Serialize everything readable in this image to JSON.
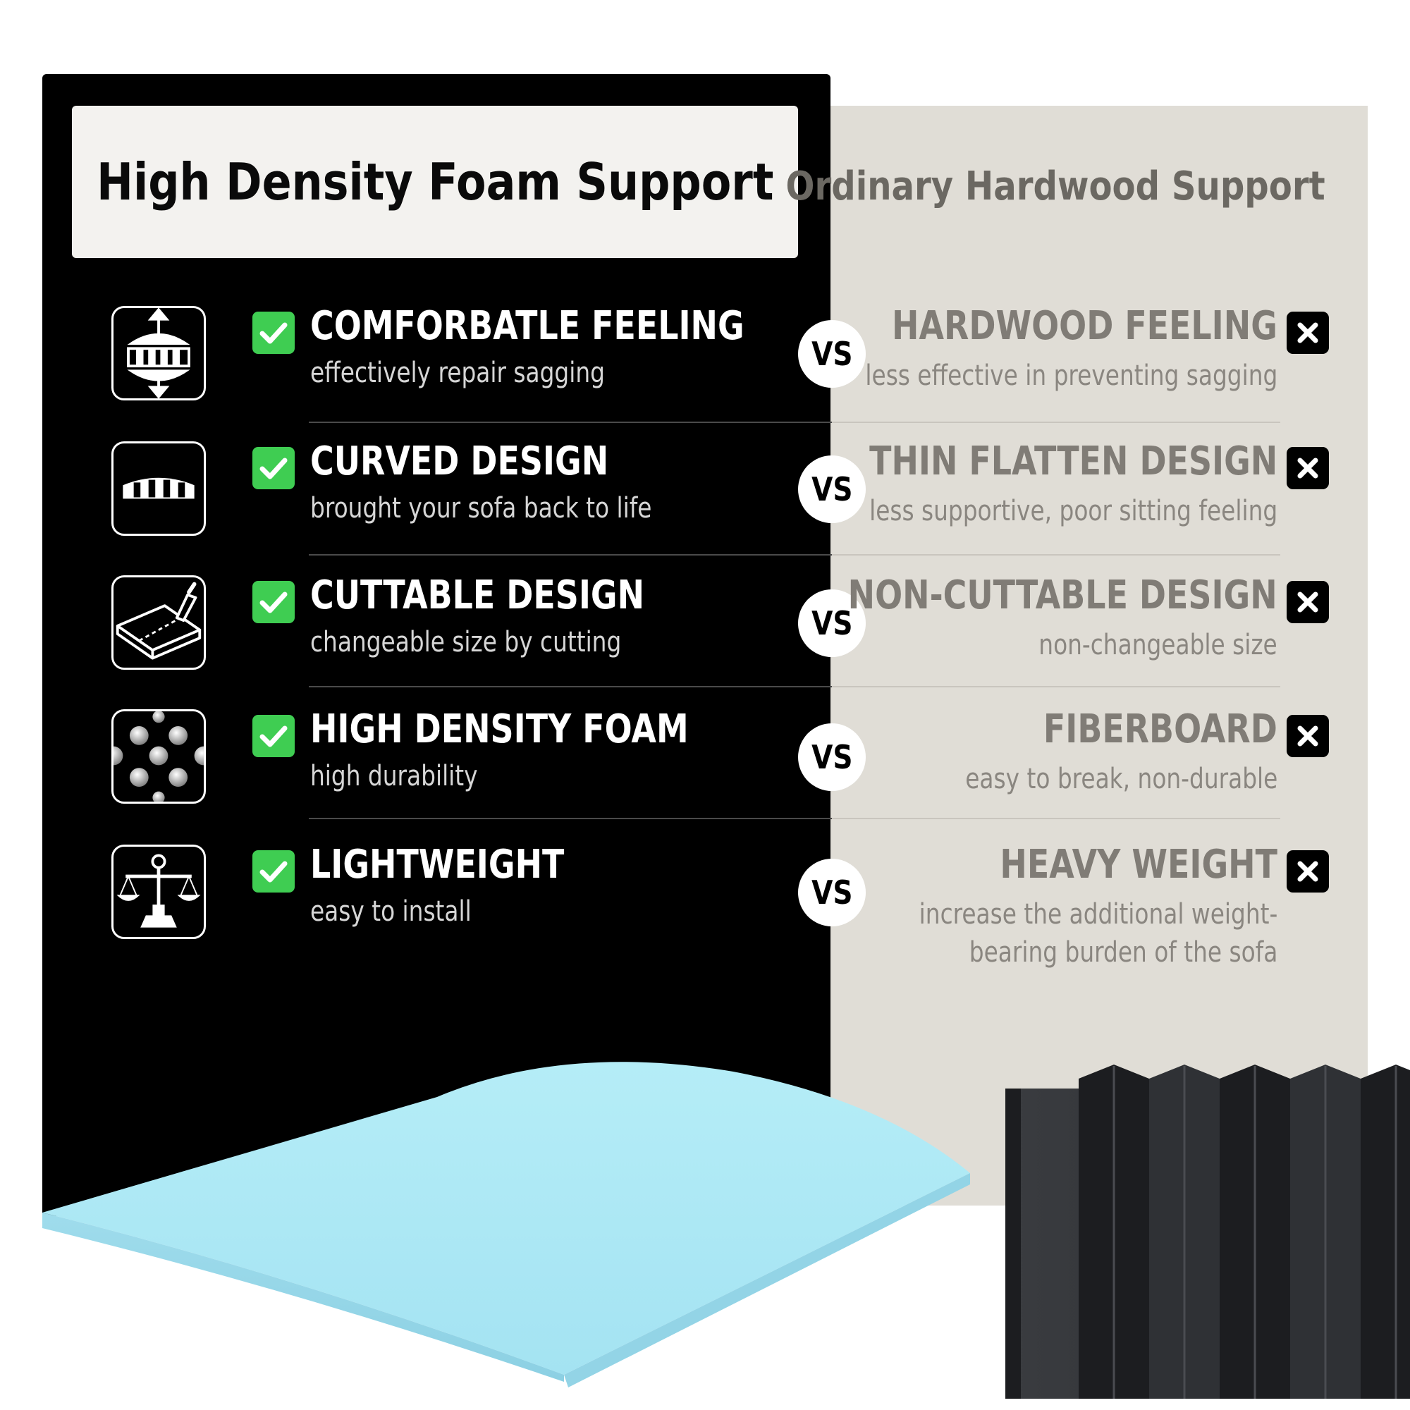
{
  "left_heading": "High Density Foam Support",
  "right_heading": "Ordinary Hardwood Support",
  "vs_label": "VS",
  "colors": {
    "check_green": "#3fcd52",
    "foam_blue": "#aee8f5",
    "left_bg": "#000000",
    "right_bg": "#e0ddd6"
  },
  "rows": [
    {
      "icon": "support-arrows-icon",
      "title": "COMFORBATLE FEELING",
      "subtitle": "effectively repair sagging",
      "compare_title": "HARDWOOD FEELING",
      "compare_subtitle": "less effective in preventing sagging"
    },
    {
      "icon": "curved-slat-icon",
      "title": "CURVED DESIGN",
      "subtitle": "brought your sofa back to life",
      "compare_title": "THIN FLATTEN DESIGN",
      "compare_subtitle": "less supportive, poor sitting feeling"
    },
    {
      "icon": "cutting-knife-icon",
      "title": "CUTTABLE DESIGN",
      "subtitle": "changeable size by cutting",
      "compare_title": "NON-CUTTABLE DESIGN",
      "compare_subtitle": "non-changeable size"
    },
    {
      "icon": "foam-dots-icon",
      "title": "HIGH DENSITY FOAM",
      "subtitle": "high durability",
      "compare_title": "FIBERBOARD",
      "compare_subtitle": "easy to break, non-durable"
    },
    {
      "icon": "balance-scale-icon",
      "title": "LIGHTWEIGHT",
      "subtitle": "easy to install",
      "compare_title": "HEAVY WEIGHT",
      "compare_subtitle": "increase the additional weight-",
      "compare_subtitle_2": "bearing burden of the sofa"
    }
  ]
}
